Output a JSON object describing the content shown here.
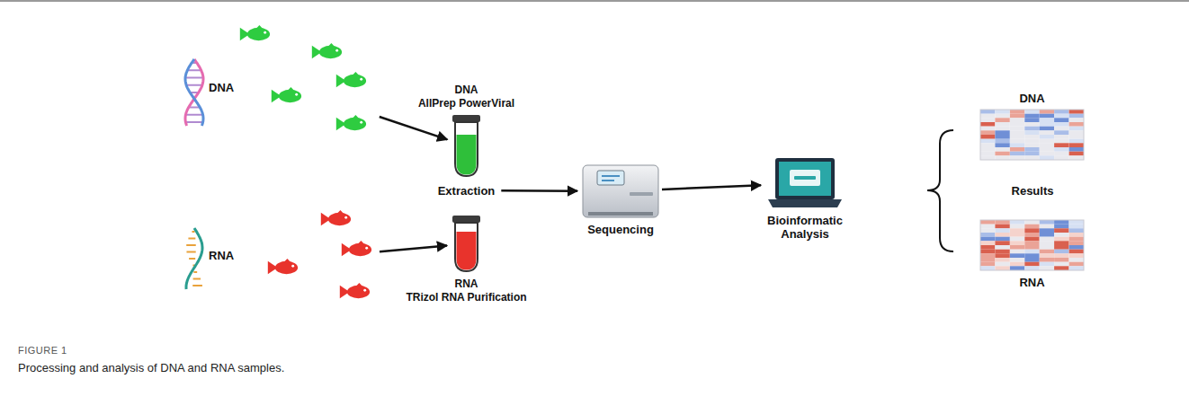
{
  "diagram": {
    "caption": "Processing and analysis of DNA and RNA samples.",
    "nodes": [
      {
        "text": [
          "DNA"
        ]
      },
      {
        "text": [
          "RNA"
        ]
      },
      {
        "text": [
          "DNA",
          "AllPrep PowerViral"
        ]
      },
      {
        "text": [
          "Extraction"
        ]
      },
      {
        "text": [
          "RNA",
          "TRizol RNA Purification"
        ]
      },
      {
        "text": [
          "Sequencing"
        ]
      },
      {
        "text": [
          "Bioinformatic Analysis"
        ]
      },
      {
        "text": [
          "DNA"
        ]
      },
      {
        "text": [
          "RNA"
        ]
      }
    ],
    "edges": [
      {
        "from": 0,
        "to": 2,
        "arrow": "to"
      },
      {
        "from": 1,
        "to": 4,
        "arrow": "to"
      },
      {
        "from": 3,
        "to": 5,
        "arrow": "to"
      },
      {
        "from": 5,
        "to": 6,
        "arrow": "to"
      }
    ],
    "labels": [
      "Results",
      "FIGURE 1"
    ]
  }
}
